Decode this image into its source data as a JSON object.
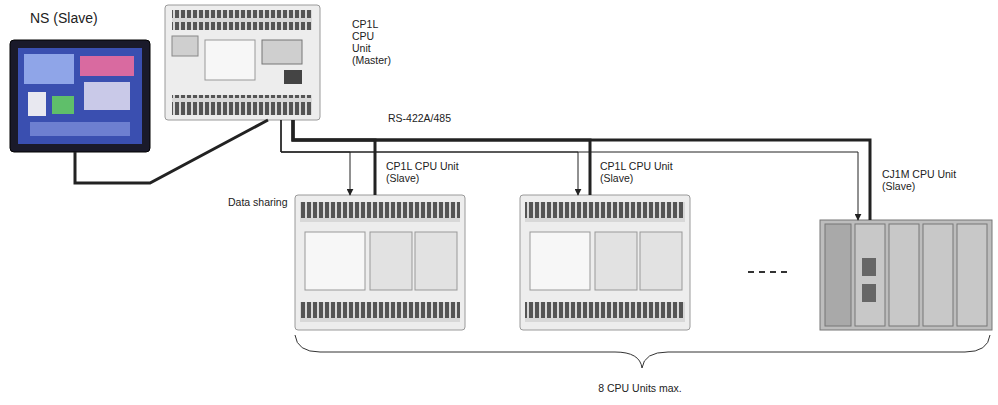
{
  "diagram": {
    "nodes": [
      {
        "text": [
          "NS (Slave)"
        ]
      },
      {
        "text": [
          "CP1L CPU Unit (Master)"
        ]
      },
      {
        "text": [
          "CP1L CPU Unit (Slave)"
        ]
      },
      {
        "text": [
          "CP1L CPU Unit (Slave)"
        ]
      },
      {
        "text": [
          "CJ1M CPU Unit (Slave)"
        ]
      }
    ],
    "edges": [
      {
        "from": 0,
        "to": 1,
        "arrow": "none"
      },
      {
        "from": 1,
        "to": 2,
        "arrow": "none"
      },
      {
        "from": 1,
        "to": 3,
        "arrow": "none"
      },
      {
        "from": 1,
        "to": 4,
        "arrow": "none"
      },
      {
        "from": 1,
        "to": 2,
        "arrow": "to"
      },
      {
        "from": 1,
        "to": 3,
        "arrow": "to"
      },
      {
        "from": 1,
        "to": 4,
        "arrow": "to"
      }
    ],
    "labels": [
      "RS-422A/485",
      "Data sharing",
      "8 CPU Units max."
    ]
  }
}
